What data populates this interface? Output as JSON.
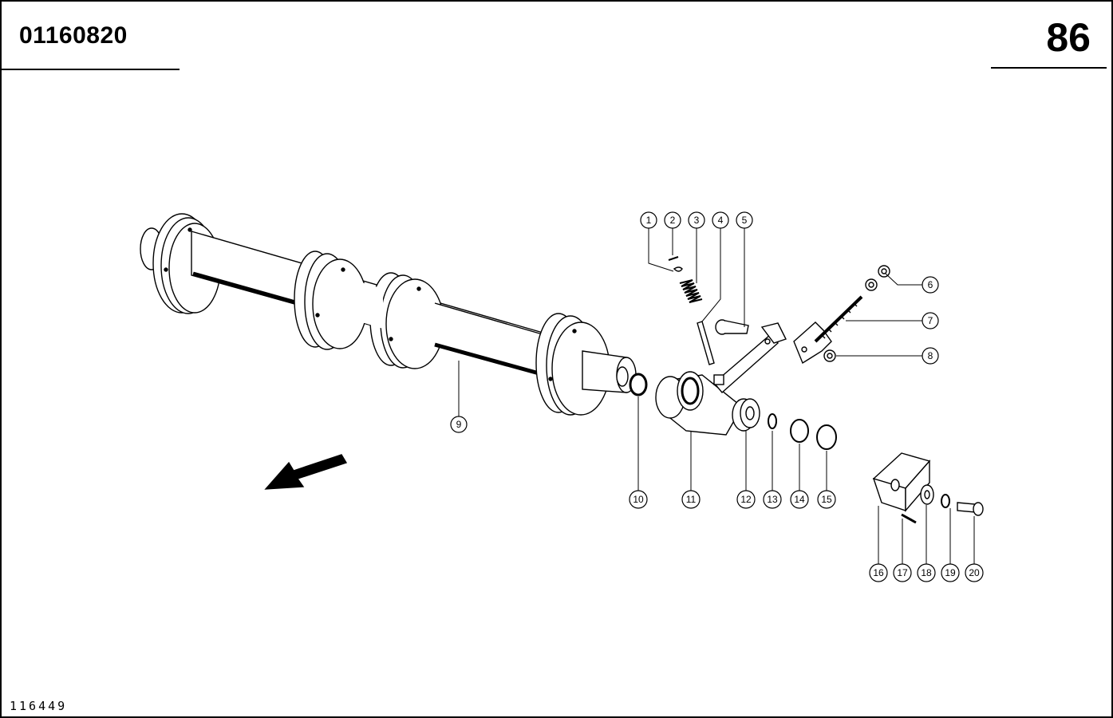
{
  "header": {
    "part_number": "01160820",
    "page_number": "86"
  },
  "footer": {
    "reference_code": "116449"
  },
  "callouts": [
    "1",
    "2",
    "3",
    "4",
    "5",
    "6",
    "7",
    "8",
    "9",
    "10",
    "11",
    "12",
    "13",
    "14",
    "15",
    "16",
    "17",
    "18",
    "19",
    "20"
  ]
}
